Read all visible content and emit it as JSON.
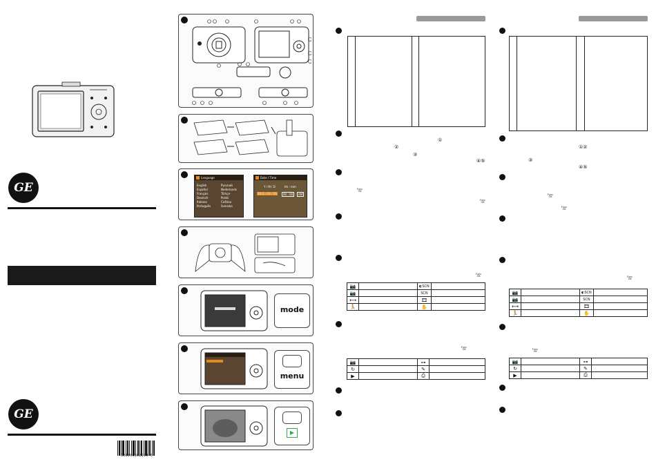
{
  "cover": {
    "brand_logo_text": "GE",
    "barcode_text": "CR0500302599-0"
  },
  "steps": {
    "step3": {
      "language_title": "Language",
      "languages_left": [
        "English",
        "Español",
        "Français",
        "Deutsch",
        "Italiano",
        "Português"
      ],
      "languages_right": [
        "Русский",
        "Nederlands",
        "Türkçe",
        "Polski",
        "Čeština",
        "Svenska"
      ],
      "datetime_title": "Date / Time",
      "date_format": "Y / M / D",
      "time_format": "hh : mm",
      "date_value": "2011 / 01 / 01",
      "time_value": "00 : 00",
      "ampm": "AM"
    },
    "step5": {
      "mode_label": "mode"
    },
    "step6": {
      "menu_label": "menu"
    },
    "step7": {
      "play_icon": "play-icon"
    }
  },
  "pages": {
    "func_ok": "Func\nOK",
    "mode_icons_left": [
      "camera-icon",
      "camera-icon",
      "panorama-icon",
      "sport-icon"
    ],
    "mode_icons_right": [
      "dscn-text-icon",
      "scn-icon",
      "movie-icon",
      "anti-shake-icon"
    ],
    "mode_scn_text": "SCN",
    "playback_icons_left": [
      "camera-icon",
      "rotate-icon",
      "slideshow-icon"
    ],
    "playback_icons_right": [
      "key-icon",
      "edit-icon",
      "print-icon"
    ]
  },
  "colors": {
    "header_gray": "#999999",
    "accent_orange": "#e28a1e",
    "screen_brown": "#5a4630"
  }
}
